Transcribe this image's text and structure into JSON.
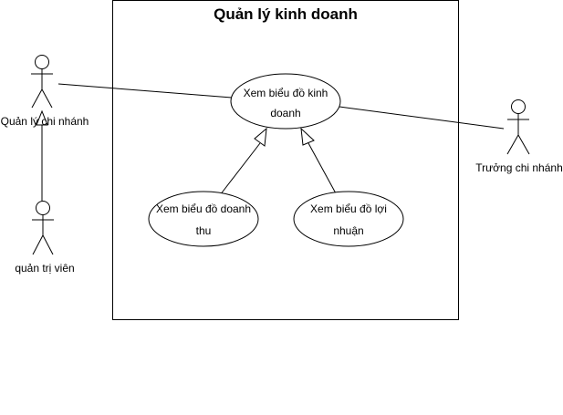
{
  "system": {
    "title": "Quản lý kinh doanh"
  },
  "actors": {
    "branch_manager": "Quản lý chi nhánh",
    "admin": "quản trị viên",
    "branch_head": "Trưởng chi nhánh"
  },
  "use_cases": {
    "business_chart": [
      "Xem biểu đồ kinh",
      "doanh"
    ],
    "revenue_chart": [
      "Xem biểu đồ doanh",
      "thu"
    ],
    "profit_chart": [
      "Xem biểu đồ lợi",
      "nhuận"
    ]
  },
  "colors": {
    "stroke": "#000000",
    "fill": "#ffffff"
  }
}
